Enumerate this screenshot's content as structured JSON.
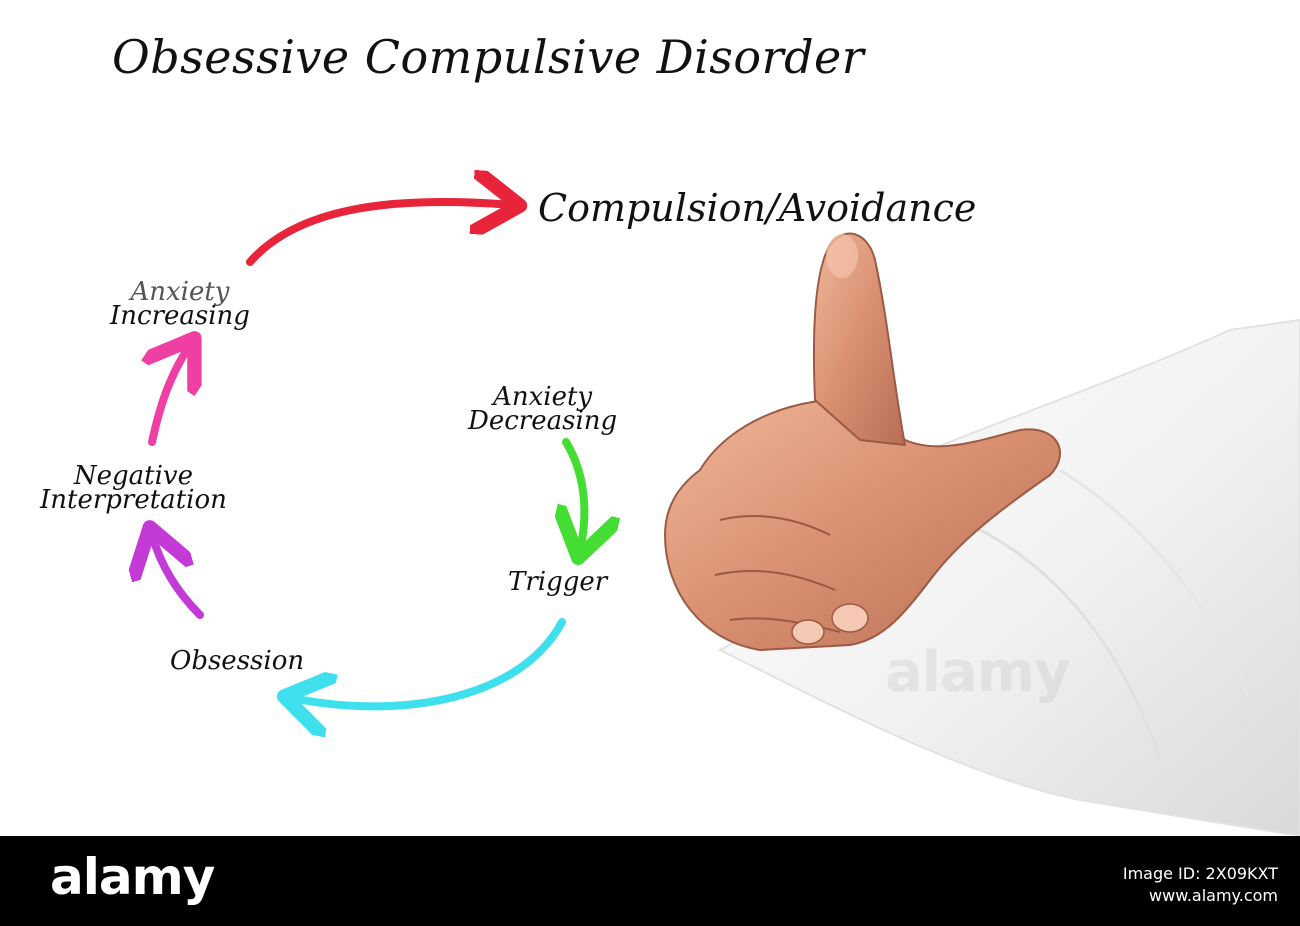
{
  "diagram": {
    "title": "Obsessive Compulsive Disorder",
    "steps": {
      "compulsion": "Compulsion/Avoidance",
      "anxiety_increasing": [
        "Anxiety",
        "Increasing"
      ],
      "anxiety_decreasing": [
        "Anxiety",
        "Decreasing"
      ],
      "negative_interpretation": [
        "Negative",
        "Interpretation"
      ],
      "trigger": "Trigger",
      "obsession": "Obsession"
    },
    "arrow_colors": {
      "to_compulsion": "#e8243a",
      "to_anxiety_increasing": "#ef3fa3",
      "to_negative_interpretation": "#c33ad6",
      "to_obsession": "#3fe0ee",
      "to_trigger": "#44dd33"
    },
    "background_color": "#ffffff"
  },
  "footer": {
    "brand": "alamy",
    "watermark": "alamy",
    "image_id_line1": "Image ID: 2X09KXT",
    "image_id_line2": "www.alamy.com"
  }
}
